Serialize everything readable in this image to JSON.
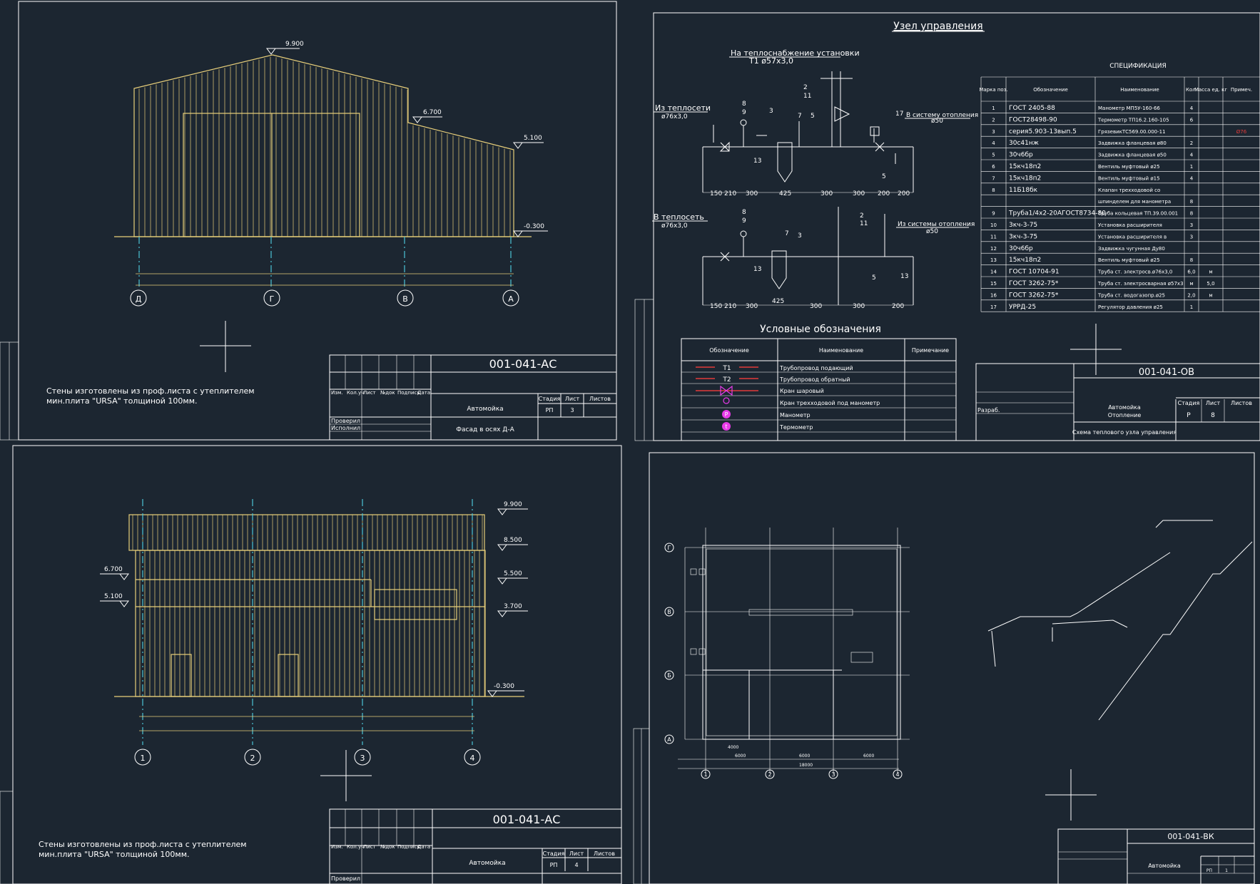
{
  "panel_tl": {
    "levels": [
      "9.900",
      "6.700",
      "5.100",
      "-0.300"
    ],
    "axes": [
      "Д",
      "Г",
      "В",
      "А"
    ],
    "note_line1": "Стены изготовлены из проф.листа с утеплителем",
    "note_line2": "мин.плита \"URSA\" толщиной 100мм.",
    "stamp": {
      "code": "001-041-АС",
      "project": "Автомойка",
      "sheet_title": "Фасад в осях Д-А",
      "stage": "РП",
      "sheet": "3",
      "h_stage": "Стадия",
      "h_sheet": "Лист",
      "h_sheets": "Листов",
      "r_checked": "Проверил",
      "r_made": "Исполнил",
      "cols": [
        "Изм.",
        "Кол.уч",
        "Лист",
        "№док",
        "Подпись",
        "Дата"
      ]
    }
  },
  "panel_tr": {
    "title": "Узел управления",
    "spec_title": "СПЕЦИФИКАЦИЯ",
    "labels": {
      "supply_unit": "На теплоснабжение установки",
      "supply_unit_pipe": "Т1  ø57х3,0",
      "from_net": "Из теплосети",
      "from_net_pipe": "ø76х3,0",
      "to_heat": "В систему отопления",
      "to_heat_pipe": "ø50",
      "to_net": "В теплосеть",
      "to_net_pipe": "ø76х3,0",
      "from_heat": "Из системы отопления",
      "from_heat_pipe": "ø50"
    },
    "dims_top": [
      "150",
      "210",
      "300",
      "425",
      "300",
      "300",
      "200",
      "200"
    ],
    "dims_bottom": [
      "150",
      "210",
      "300",
      "425",
      "300",
      "300",
      "200"
    ],
    "spec_headers": [
      "Марка поз.",
      "Обозначение",
      "Наименование",
      "Кол.",
      "Масса ед. кг",
      "Примеч."
    ],
    "spec_rows": [
      [
        "1",
        "ГОСТ 2405-88",
        "Манометр МП5У-160-66",
        "4",
        "",
        ""
      ],
      [
        "2",
        "ГОСТ28498-90",
        "Термометр ТП16.2.160-105",
        "6",
        "",
        ""
      ],
      [
        "3",
        "серия5.903-13вып.5",
        "ГрязевикТС569.00.000-11",
        "",
        "",
        "Ø76"
      ],
      [
        "4",
        "30с41нж",
        "Задвижка фланцевая ø80",
        "2",
        "",
        ""
      ],
      [
        "5",
        "30ч6бр",
        "Задвижка фланцевая ø50",
        "4",
        "",
        ""
      ],
      [
        "6",
        "15кч18п2",
        "Вентиль муфтовый ø25",
        "1",
        "",
        ""
      ],
      [
        "7",
        "15кч18п2",
        "Вентиль муфтовый ø15",
        "4",
        "",
        ""
      ],
      [
        "8",
        "11Б18бк",
        "Клапан трехходовой со",
        "",
        "",
        ""
      ],
      [
        "",
        "",
        "шпинделем для манометра",
        "8",
        "",
        ""
      ],
      [
        "9",
        "Труба1/4х2-20АГОСТ8734-80",
        "Труба кольцевая ТП.39.00.001",
        "8",
        "",
        ""
      ],
      [
        "10",
        "3кч-3-75",
        "Установка расширителя",
        "3",
        "",
        ""
      ],
      [
        "11",
        "3кч-3-75",
        "Установка расширителя в",
        "3",
        "",
        ""
      ],
      [
        "12",
        "30ч6бр",
        "Задвижка чугунная Ду80",
        "",
        "",
        ""
      ],
      [
        "13",
        "15кч18п2",
        "Вентиль муфтовый ø25",
        "8",
        "",
        ""
      ],
      [
        "14",
        "ГОСТ 10704-91",
        "Труба ст. электросв.ø76х3,0",
        "6,0",
        "м",
        ""
      ],
      [
        "15",
        "ГОСТ 3262-75*",
        "Труба ст. электросварная ø57х3",
        "м",
        "5,0",
        ""
      ],
      [
        "16",
        "ГОСТ 3262-75*",
        "Труба ст. водогазопр.ø25",
        "2,0",
        "м",
        ""
      ],
      [
        "17",
        "УРРД-25",
        "Регулятор давления ø25",
        "1",
        "",
        ""
      ]
    ],
    "legend_title": "Условные обозначения",
    "legend_headers": [
      "Обозначение",
      "Наименование",
      "Примечание"
    ],
    "legend_rows": [
      [
        "Т1",
        "Трубопровод подающий"
      ],
      [
        "Т2",
        "Трубопровод обратный"
      ],
      [
        "",
        "Кран шаровый"
      ],
      [
        "",
        "Кран трехходовой под манометр"
      ],
      [
        "Р",
        "Манометр"
      ],
      [
        "t",
        "Термометр"
      ]
    ],
    "stamp": {
      "code": "001-041-ОВ",
      "project": "Автомойка",
      "project2": "Отопление",
      "sheet_title": "Схема теплового узла управления",
      "stage": "Р",
      "sheet": "8",
      "h_stage": "Стадия",
      "h_sheet": "Лист",
      "h_sheets": "Листов",
      "r_dev": "Разраб."
    }
  },
  "panel_bl": {
    "levels": [
      "9.900",
      "8.500",
      "6.700",
      "5.100",
      "5.500",
      "3.700",
      "-0.300"
    ],
    "axes": [
      "1",
      "2",
      "3",
      "4"
    ],
    "note_line1": "Стены изготовлены из проф.листа с утеплителем",
    "note_line2": "мин.плита \"URSA\" толщиной 100мм.",
    "stamp": {
      "code": "001-041-АС",
      "project": "Автомойка",
      "stage": "РП",
      "sheet": "4",
      "h_stage": "Стадия",
      "h_sheet": "Лист",
      "h_sheets": "Листов",
      "r_checked": "Проверил",
      "cols": [
        "Изм.",
        "Кол.уч",
        "Лист",
        "№док",
        "Подпись",
        "Дата"
      ]
    }
  },
  "panel_br": {
    "axes_rows": [
      "Г",
      "В",
      "Б",
      "А"
    ],
    "axes_cols": [
      "1",
      "2",
      "3",
      "4"
    ],
    "dims": [
      "6000",
      "6000",
      "6000",
      "18000",
      "4000"
    ],
    "stamp": {
      "code": "001-041-ВК",
      "project": "Автомойка",
      "stage": "РП",
      "sheet": "1"
    }
  }
}
